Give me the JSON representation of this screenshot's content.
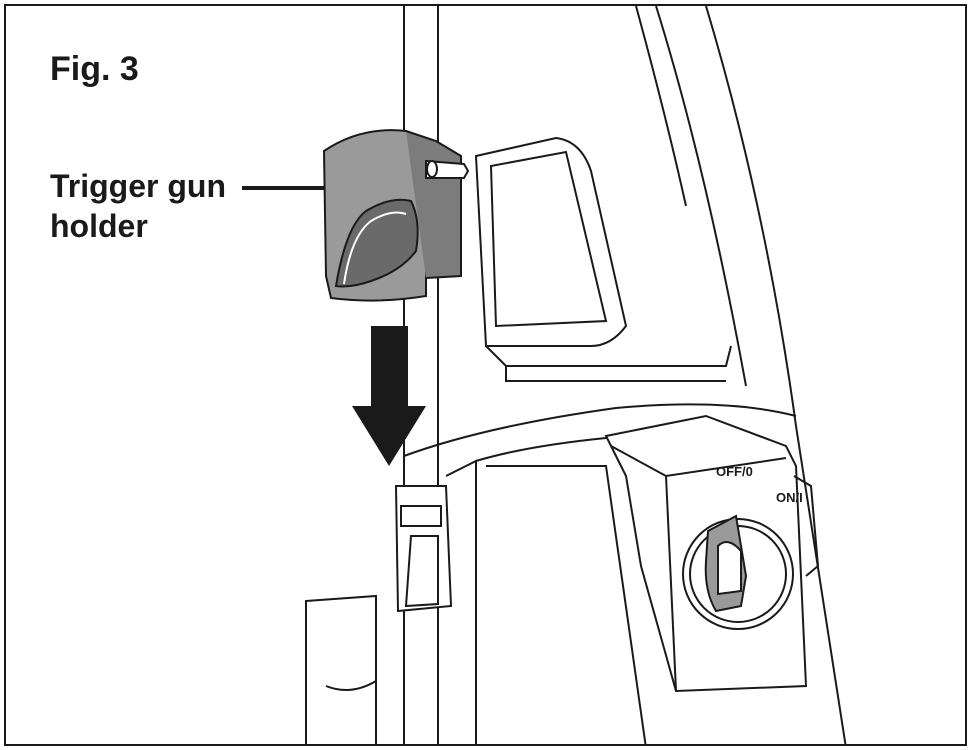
{
  "figure": {
    "title": "Fig. 3"
  },
  "callout": {
    "label": "Trigger gun holder"
  },
  "switch": {
    "off_label": "OFF/0",
    "on_label": "ON/I"
  },
  "colors": {
    "line": "#1a1a1a",
    "holder_fill": "#9a9a9a",
    "holder_dark": "#6a6a6a",
    "body_fill": "#ffffff"
  }
}
